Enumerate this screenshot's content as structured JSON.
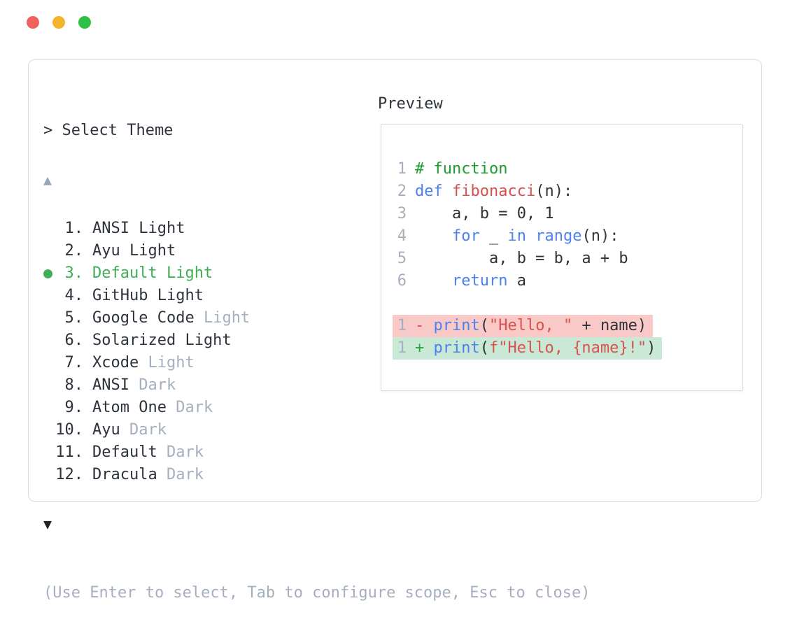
{
  "window": {
    "controls": [
      {
        "name": "close",
        "color": "#f2625c"
      },
      {
        "name": "minimize",
        "color": "#f6b42d"
      },
      {
        "name": "maximize",
        "color": "#2dc044"
      }
    ]
  },
  "theme_picker": {
    "prompt": "> Select Theme",
    "scroll_up_icon": "▲",
    "scroll_down_icon": "▼",
    "items": [
      {
        "number": "1.",
        "selected": false,
        "parts": [
          {
            "t": "ANSI Light",
            "c": "normal"
          }
        ]
      },
      {
        "number": "2.",
        "selected": false,
        "parts": [
          {
            "t": "Ayu Light",
            "c": "normal"
          }
        ]
      },
      {
        "number": "3.",
        "selected": true,
        "parts": [
          {
            "t": "Default Light",
            "c": "selected"
          }
        ]
      },
      {
        "number": "4.",
        "selected": false,
        "parts": [
          {
            "t": "GitHub Light",
            "c": "normal"
          }
        ]
      },
      {
        "number": "5.",
        "selected": false,
        "parts": [
          {
            "t": "Google Code ",
            "c": "normal"
          },
          {
            "t": "Light",
            "c": "muted"
          }
        ]
      },
      {
        "number": "6.",
        "selected": false,
        "parts": [
          {
            "t": "Solarized Light",
            "c": "normal"
          }
        ]
      },
      {
        "number": "7.",
        "selected": false,
        "parts": [
          {
            "t": "Xcode ",
            "c": "normal"
          },
          {
            "t": "Light",
            "c": "muted"
          }
        ]
      },
      {
        "number": "8.",
        "selected": false,
        "parts": [
          {
            "t": "ANSI ",
            "c": "normal"
          },
          {
            "t": "Dark",
            "c": "muted"
          }
        ]
      },
      {
        "number": "9.",
        "selected": false,
        "parts": [
          {
            "t": "Atom One ",
            "c": "normal"
          },
          {
            "t": "Dark",
            "c": "muted"
          }
        ]
      },
      {
        "number": "10.",
        "selected": false,
        "parts": [
          {
            "t": "Ayu ",
            "c": "normal"
          },
          {
            "t": "Dark",
            "c": "muted"
          }
        ]
      },
      {
        "number": "11.",
        "selected": false,
        "parts": [
          {
            "t": "Default ",
            "c": "normal"
          },
          {
            "t": "Dark",
            "c": "muted"
          }
        ]
      },
      {
        "number": "12.",
        "selected": false,
        "parts": [
          {
            "t": "Dracula ",
            "c": "normal"
          },
          {
            "t": "Dark",
            "c": "muted"
          }
        ]
      }
    ],
    "hint": "(Use Enter to select, Tab to configure scope, Esc to close)"
  },
  "preview": {
    "title": "Preview",
    "code_lines": [
      {
        "number": "1",
        "tokens": [
          {
            "t": "# function",
            "c": "comment"
          }
        ]
      },
      {
        "number": "2",
        "tokens": [
          {
            "t": "def",
            "c": "keyword"
          },
          {
            "t": " ",
            "c": "plain"
          },
          {
            "t": "fibonacci",
            "c": "func"
          },
          {
            "t": "(n):",
            "c": "plain"
          }
        ]
      },
      {
        "number": "3",
        "tokens": [
          {
            "t": "    a, b = 0, 1",
            "c": "plain"
          }
        ]
      },
      {
        "number": "4",
        "tokens": [
          {
            "t": "    ",
            "c": "plain"
          },
          {
            "t": "for",
            "c": "keyword"
          },
          {
            "t": " _ ",
            "c": "plain"
          },
          {
            "t": "in",
            "c": "keyword"
          },
          {
            "t": " ",
            "c": "plain"
          },
          {
            "t": "range",
            "c": "keyword"
          },
          {
            "t": "(n):",
            "c": "plain"
          }
        ]
      },
      {
        "number": "5",
        "tokens": [
          {
            "t": "        a, b = b, a + b",
            "c": "plain"
          }
        ]
      },
      {
        "number": "6",
        "tokens": [
          {
            "t": "    ",
            "c": "plain"
          },
          {
            "t": "return",
            "c": "keyword"
          },
          {
            "t": " a",
            "c": "plain"
          }
        ]
      }
    ],
    "diff_lines": [
      {
        "number": "1",
        "kind": "removed",
        "tokens": [
          {
            "t": "- ",
            "c": "del"
          },
          {
            "t": "print",
            "c": "keyword"
          },
          {
            "t": "(",
            "c": "plain"
          },
          {
            "t": "\"Hello, \"",
            "c": "string"
          },
          {
            "t": " + name)",
            "c": "plain"
          }
        ]
      },
      {
        "number": "1",
        "kind": "added",
        "tokens": [
          {
            "t": "+ ",
            "c": "add"
          },
          {
            "t": "print",
            "c": "keyword"
          },
          {
            "t": "(",
            "c": "plain"
          },
          {
            "t": "f\"Hello, {name}!\"",
            "c": "string"
          },
          {
            "t": ")",
            "c": "plain"
          }
        ]
      }
    ]
  },
  "colors": {
    "normal": "#2e333b",
    "muted": "#a6afc0",
    "selected": "#3fae55",
    "plain": "#2e333b",
    "comment": "#1d9e2f",
    "keyword": "#4b82f0",
    "func": "#d8514e",
    "string": "#d8514e",
    "del": "#d8514e",
    "add": "#2f9e44",
    "linenum": "#a6afc0",
    "diff_removed_bg": "#f8c9c7",
    "diff_added_bg": "#c9e8d5"
  }
}
